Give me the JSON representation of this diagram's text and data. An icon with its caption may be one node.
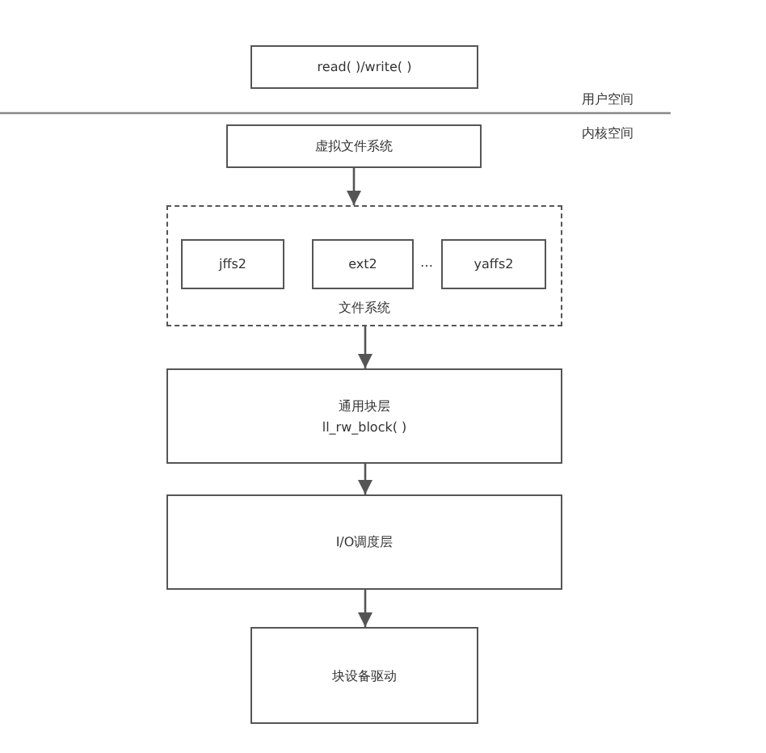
{
  "diagram": {
    "nodes": [
      {
        "text": [
          "read( )/write( )"
        ]
      },
      {
        "text": [
          "虚拟文件系统"
        ]
      },
      {
        "text": [
          "文件系统"
        ]
      },
      {
        "text": [
          "jffs2"
        ],
        "in": 2
      },
      {
        "text": [
          "ext2"
        ],
        "in": 2
      },
      {
        "text": [
          "yaffs2"
        ],
        "in": 2
      },
      {
        "text": [
          "通用块层",
          "ll_rw_block( )"
        ]
      },
      {
        "text": [
          "I/O调度层"
        ]
      },
      {
        "text": [
          "块设备驱动"
        ]
      }
    ],
    "edges": [
      {
        "from": 1,
        "to": 2,
        "arrow": "to"
      },
      {
        "from": 2,
        "to": 6,
        "arrow": "to"
      },
      {
        "from": 6,
        "to": 7,
        "arrow": "to"
      },
      {
        "from": 7,
        "to": 8,
        "arrow": "to"
      }
    ],
    "labels": [
      "用户空间",
      "内核空间",
      "…"
    ]
  }
}
